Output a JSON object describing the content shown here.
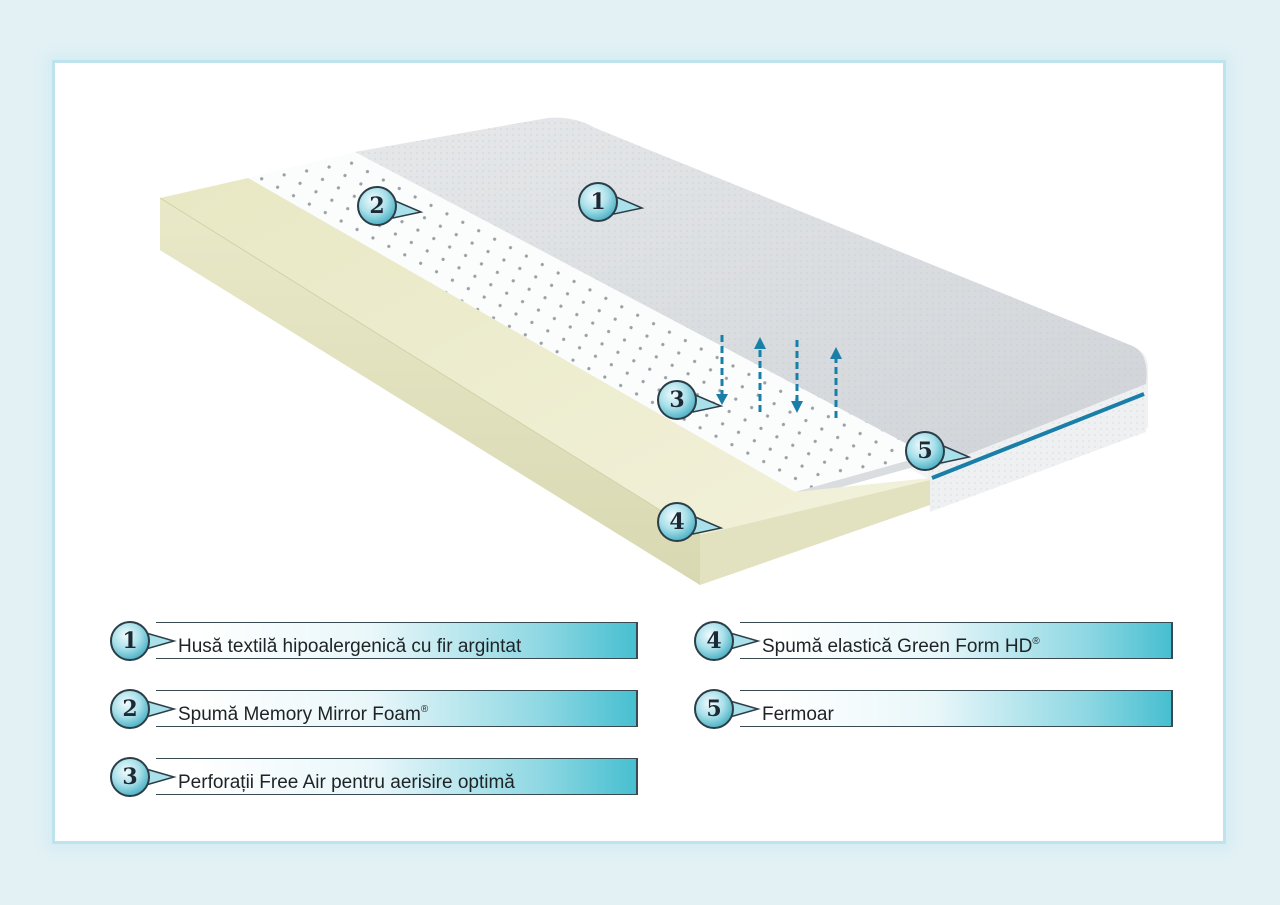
{
  "callouts": [
    {
      "num": "1"
    },
    {
      "num": "2"
    },
    {
      "num": "3"
    },
    {
      "num": "4"
    },
    {
      "num": "5"
    }
  ],
  "legend": [
    {
      "num": "1",
      "text": "Husă textilă hipoalergenică cu fir argintat",
      "mark": ""
    },
    {
      "num": "2",
      "text": "Spumă Memory Mirror Foam",
      "mark": "®"
    },
    {
      "num": "3",
      "text": "Perforații Free Air pentru aerisire optimă",
      "mark": ""
    },
    {
      "num": "4",
      "text": "Spumă elastică Green Form HD",
      "mark": "®"
    },
    {
      "num": "5",
      "text": "Fermoar",
      "mark": ""
    }
  ],
  "colors": {
    "accent": "#1a7fa8",
    "badge": "#7fcfdc",
    "cover": "#d9dcdf",
    "memory_foam": "#fbfcfc",
    "green_foam": "#ecebd0"
  }
}
